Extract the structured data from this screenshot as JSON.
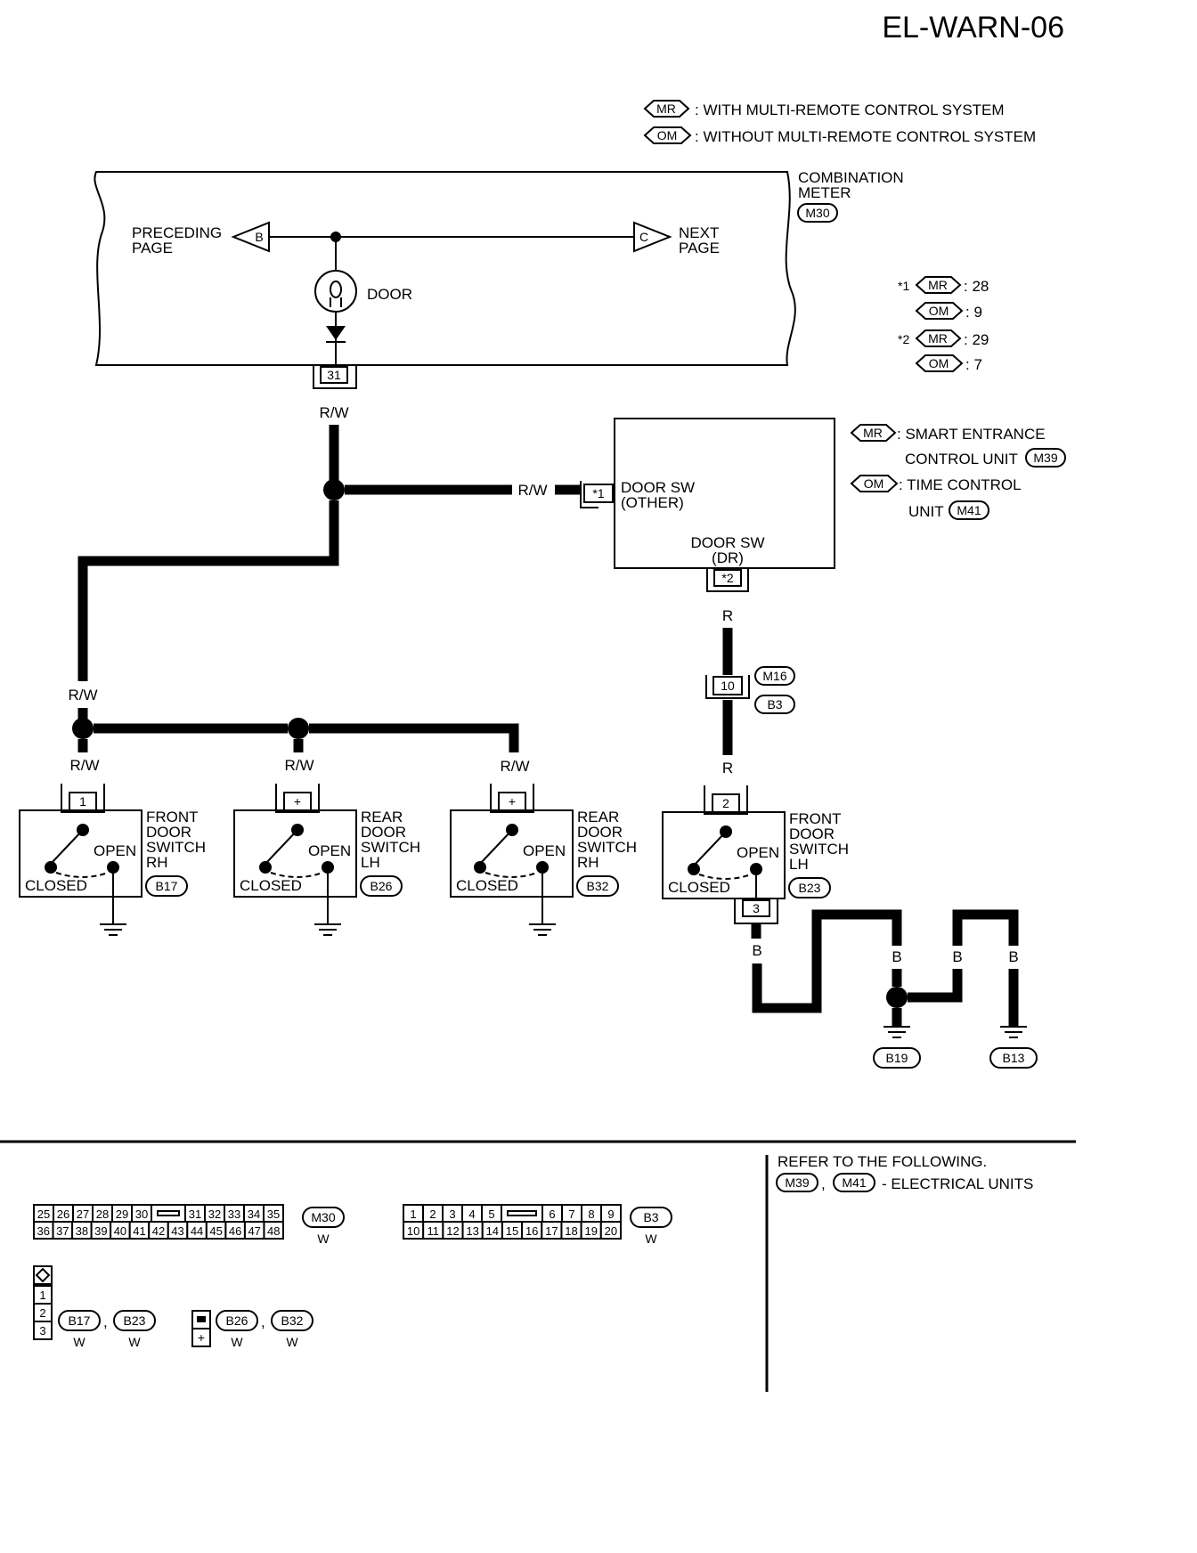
{
  "page": {
    "title": "EL-WARN-06"
  },
  "legend": {
    "mr": {
      "tag": "MR",
      "text": ": WITH MULTI-REMOTE CONTROL SYSTEM"
    },
    "om": {
      "tag": "OM",
      "text": ": WITHOUT MULTI-REMOTE CONTROL SYSTEM"
    }
  },
  "meter": {
    "name_line1": "COMBINATION",
    "name_line2": "METER",
    "connector": "M30",
    "preceding_line1": "PRECEDING",
    "preceding_line2": "PAGE",
    "next_line1": "NEXT",
    "next_line2": "PAGE",
    "arrow_b": "B",
    "arrow_c": "C",
    "lamp_label": "DOOR",
    "terminal": "31"
  },
  "notes": {
    "n1_prefix": "*1",
    "n1_mr_tag": "MR",
    "n1_mr_val": ": 28",
    "n1_om_tag": "OM",
    "n1_om_val": ": 9",
    "n2_prefix": "*2",
    "n2_mr_tag": "MR",
    "n2_mr_val": ": 29",
    "n2_om_tag": "OM",
    "n2_om_val": ": 7"
  },
  "control_unit": {
    "door_sw_other_line1": "DOOR SW",
    "door_sw_other_line2": "(OTHER)",
    "door_sw_dr_line1": "DOOR SW",
    "door_sw_dr_line2": "(DR)",
    "pin_other": "*1",
    "pin_dr": "*2",
    "mr_tag": "MR",
    "mr_line1": ": SMART ENTRANCE",
    "mr_line2": "CONTROL UNIT",
    "mr_conn": "M39",
    "om_tag": "OM",
    "om_line1": ": TIME CONTROL",
    "om_line2": "UNIT",
    "om_conn": "M41"
  },
  "wires": {
    "rw_top": "R/W",
    "rw_mid": "R/W",
    "rw_left": "R/W",
    "rw_sw1": "R/W",
    "rw_sw2": "R/W",
    "rw_sw3": "R/W",
    "r_top": "R",
    "r_bottom": "R",
    "b_sw": "B",
    "b_g1": "B",
    "b_g2": "B",
    "b_g3": "B"
  },
  "joint": {
    "pin": "10",
    "conn_top": "M16",
    "conn_bottom": "B3"
  },
  "switches": [
    {
      "pin": "1",
      "line1": "FRONT",
      "line2": "DOOR",
      "line3": "SWITCH",
      "line4": "RH",
      "conn": "B17",
      "open": "OPEN",
      "closed": "CLOSED"
    },
    {
      "pin": "+",
      "line1": "REAR",
      "line2": "DOOR",
      "line3": "SWITCH",
      "line4": "LH",
      "conn": "B26",
      "open": "OPEN",
      "closed": "CLOSED"
    },
    {
      "pin": "+",
      "line1": "REAR",
      "line2": "DOOR",
      "line3": "SWITCH",
      "line4": "RH",
      "conn": "B32",
      "open": "OPEN",
      "closed": "CLOSED"
    },
    {
      "pin": "2",
      "line1": "FRONT",
      "line2": "DOOR",
      "line3": "SWITCH",
      "line4": "LH",
      "conn": "B23",
      "open": "OPEN",
      "closed": "CLOSED",
      "ground_pin": "3"
    }
  ],
  "grounds": {
    "g1": "B19",
    "g2": "B13"
  },
  "footer": {
    "refer_line1": "REFER TO THE FOLLOWING.",
    "refer_conn1": "M39",
    "refer_conn2": "M41",
    "refer_text": "- ELECTRICAL UNITS",
    "m30": {
      "row1": [
        "25",
        "26",
        "27",
        "28",
        "29",
        "30",
        "",
        "31",
        "32",
        "33",
        "34",
        "35"
      ],
      "row2": [
        "36",
        "37",
        "38",
        "39",
        "40",
        "41",
        "42",
        "43",
        "44",
        "45",
        "46",
        "47",
        "48"
      ],
      "conn": "M30",
      "color": "W"
    },
    "b3": {
      "row1": [
        "1",
        "2",
        "3",
        "4",
        "5",
        "",
        "6",
        "7",
        "8",
        "9"
      ],
      "row2": [
        "10",
        "11",
        "12",
        "13",
        "14",
        "15",
        "16",
        "17",
        "18",
        "19",
        "20"
      ],
      "conn": "B3",
      "color": "W"
    },
    "three_pin": {
      "pins": [
        "1",
        "2",
        "3"
      ],
      "conn1": "B17",
      "conn2": "B23",
      "color1": "W",
      "color2": "W",
      "sep": ","
    },
    "one_pin": {
      "pin": "+",
      "conn1": "B26",
      "conn2": "B32",
      "color1": "W",
      "color2": "W",
      "sep": ","
    }
  }
}
